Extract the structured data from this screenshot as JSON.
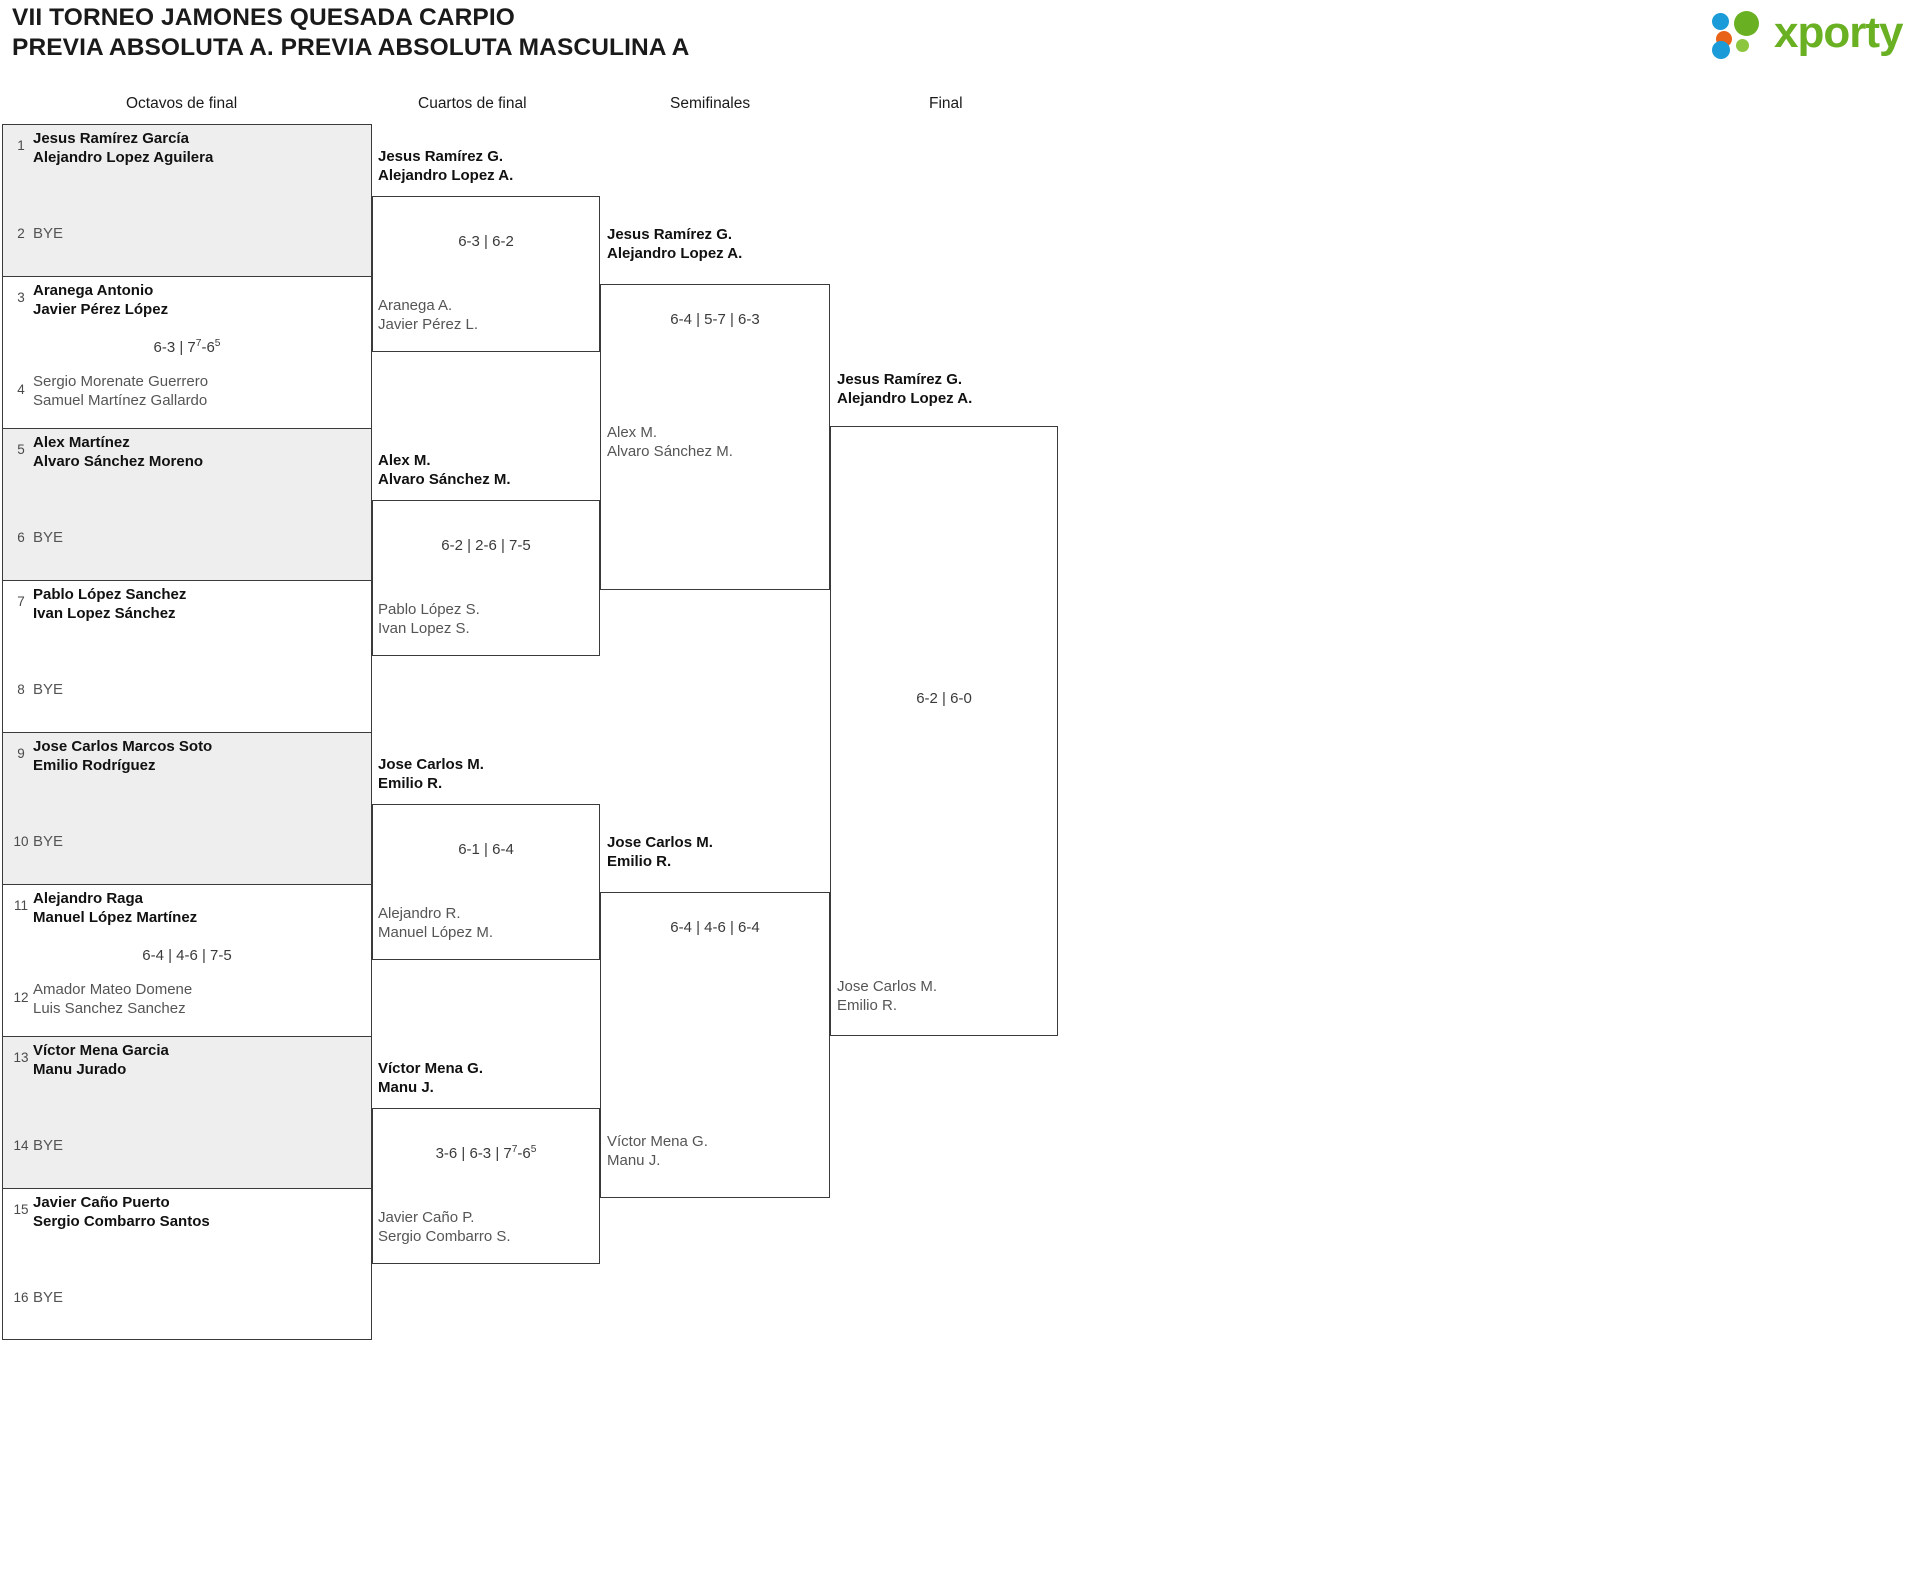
{
  "header": {
    "title_line1": "VII TORNEO JAMONES QUESADA CARPIO",
    "title_line2": "PREVIA ABSOLUTA A. PREVIA ABSOLUTA MASCULINA A",
    "logo_text": "xporty",
    "logo_colors": {
      "green": "#6ab023",
      "blue": "#1b9bd8",
      "orange": "#e8621a"
    }
  },
  "rounds": [
    {
      "label": "Octavos de final"
    },
    {
      "label": "Cuartos de final"
    },
    {
      "label": "Semifinales"
    },
    {
      "label": "Final"
    }
  ],
  "bracket": {
    "round_of_16": [
      {
        "seed_top": "1",
        "top_line1": "Jesus Ramírez García",
        "top_line2": "Alejandro Lopez Aguilera",
        "seed_bottom": "2",
        "bottom_line1": "BYE",
        "bottom_line2": "",
        "score": "",
        "winner": "top",
        "shaded": true
      },
      {
        "seed_top": "3",
        "top_line1": "Aranega Antonio",
        "top_line2": "Javier Pérez López",
        "seed_bottom": "4",
        "bottom_line1": "Sergio Morenate Guerrero",
        "bottom_line2": "Samuel Martínez Gallardo",
        "score": "6-3 | 7⁷-6⁵",
        "score_plain": "6-3 | 77-65",
        "winner": "top",
        "shaded": false
      },
      {
        "seed_top": "5",
        "top_line1": "Alex Martínez",
        "top_line2": "Alvaro Sánchez Moreno",
        "seed_bottom": "6",
        "bottom_line1": "BYE",
        "bottom_line2": "",
        "score": "",
        "winner": "top",
        "shaded": true
      },
      {
        "seed_top": "7",
        "top_line1": "Pablo López Sanchez",
        "top_line2": "Ivan Lopez Sánchez",
        "seed_bottom": "8",
        "bottom_line1": "BYE",
        "bottom_line2": "",
        "score": "",
        "winner": "top",
        "shaded": false
      },
      {
        "seed_top": "9",
        "top_line1": "Jose Carlos Marcos Soto",
        "top_line2": "Emilio Rodríguez",
        "seed_bottom": "10",
        "bottom_line1": "BYE",
        "bottom_line2": "",
        "score": "",
        "winner": "top",
        "shaded": true
      },
      {
        "seed_top": "11",
        "top_line1": "Alejandro Raga",
        "top_line2": "Manuel López Martínez",
        "seed_bottom": "12",
        "bottom_line1": "Amador Mateo Domene",
        "bottom_line2": "Luis Sanchez Sanchez",
        "score": "6-4 | 4-6 | 7-5",
        "winner": "top",
        "shaded": false
      },
      {
        "seed_top": "13",
        "top_line1": "Víctor Mena Garcia",
        "top_line2": "Manu Jurado",
        "seed_bottom": "14",
        "bottom_line1": "BYE",
        "bottom_line2": "",
        "score": "",
        "winner": "top",
        "shaded": true
      },
      {
        "seed_top": "15",
        "top_line1": "Javier Caño Puerto",
        "top_line2": "Sergio Combarro Santos",
        "seed_bottom": "16",
        "bottom_line1": "BYE",
        "bottom_line2": "",
        "score": "",
        "winner": "top",
        "shaded": false
      }
    ],
    "quarterfinals": [
      {
        "top_line1": "Jesus Ramírez G.",
        "top_line2": "Alejandro Lopez A.",
        "bottom_line1": "Aranega A.",
        "bottom_line2": "Javier Pérez L.",
        "score": "6-3 | 6-2",
        "winner": "top"
      },
      {
        "top_line1": "Alex M.",
        "top_line2": "Alvaro Sánchez M.",
        "bottom_line1": "Pablo López S.",
        "bottom_line2": "Ivan Lopez S.",
        "score": "6-2 | 2-6 | 7-5",
        "winner": "top"
      },
      {
        "top_line1": "Jose Carlos M.",
        "top_line2": "Emilio R.",
        "bottom_line1": "Alejandro R.",
        "bottom_line2": "Manuel López M.",
        "score": "6-1 | 6-4",
        "winner": "top"
      },
      {
        "top_line1": "Víctor Mena G.",
        "top_line2": "Manu J.",
        "bottom_line1": "Javier Caño P.",
        "bottom_line2": "Sergio Combarro S.",
        "score": "3-6 | 6-3 | 7⁷-6⁵",
        "score_plain": "3-6 | 6-3 | 77-65",
        "winner": "top"
      }
    ],
    "semifinals": [
      {
        "top_line1": "Jesus Ramírez G.",
        "top_line2": "Alejandro Lopez A.",
        "bottom_line1": "Alex M.",
        "bottom_line2": "Alvaro Sánchez M.",
        "score": "6-4 | 5-7 | 6-3",
        "winner": "top"
      },
      {
        "top_line1": "Jose Carlos M.",
        "top_line2": "Emilio R.",
        "bottom_line1": "Víctor Mena G.",
        "bottom_line2": "Manu J.",
        "score": "6-4 | 4-6 | 6-4",
        "winner": "top"
      }
    ],
    "final": [
      {
        "top_line1": "Jesus Ramírez G.",
        "top_line2": "Alejandro Lopez A.",
        "bottom_line1": "Jose Carlos M.",
        "bottom_line2": "Emilio R.",
        "score": "6-2 | 6-0",
        "winner": "top"
      }
    ]
  }
}
